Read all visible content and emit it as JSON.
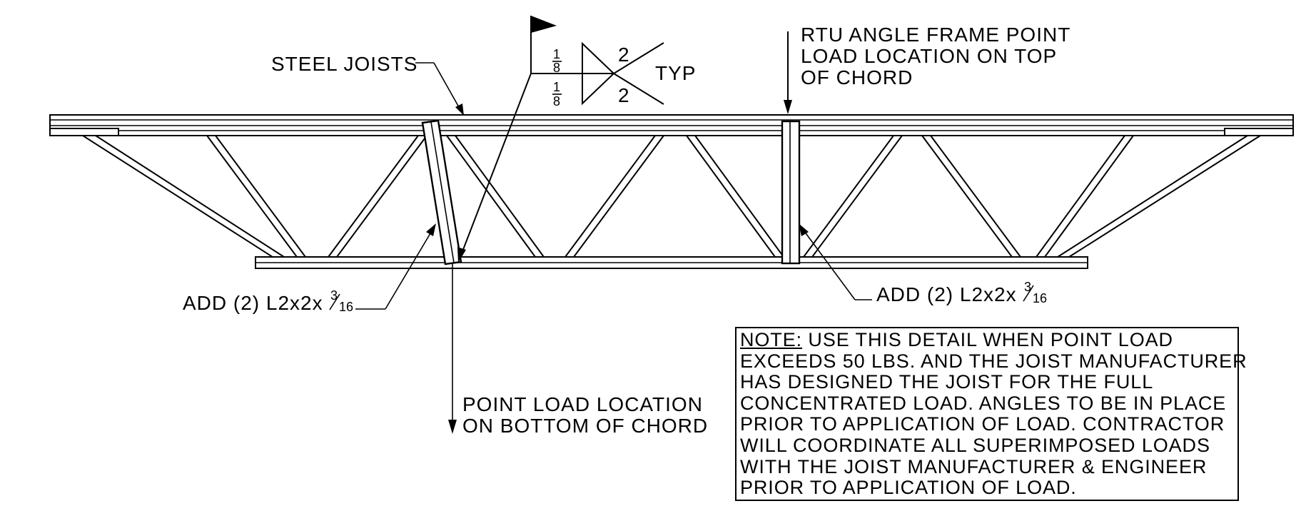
{
  "labels": {
    "steel_joists": "STEEL JOISTS",
    "weld_size_top_num": "1",
    "weld_size_top_den": "8",
    "weld_size_bottom_num": "1",
    "weld_size_bottom_den": "8",
    "weld_length_top": "2",
    "weld_length_bottom": "2",
    "weld_typ": "TYP",
    "rtu_line1": "RTU ANGLE FRAME POINT",
    "rtu_line2": "LOAD LOCATION ON TOP",
    "rtu_line3": "OF CHORD",
    "angle_left_prefix": "ADD (2) L2x2x",
    "angle_left_frac_num": "3",
    "angle_left_frac_den": "16",
    "angle_right_prefix": "ADD (2) L2x2x",
    "angle_right_frac_num": "3",
    "angle_right_frac_den": "16",
    "bottom_load_line1": "POINT LOAD LOCATION",
    "bottom_load_line2": "ON BOTTOM OF CHORD"
  },
  "note": {
    "heading": "NOTE:",
    "line1_rest": " USE THIS DETAIL WHEN POINT LOAD",
    "line2": "EXCEEDS 50 LBS. AND THE JOIST MANUFACTURER",
    "line3": "HAS DESIGNED THE JOIST FOR THE FULL",
    "line4": "CONCENTRATED LOAD. ANGLES TO BE IN PLACE",
    "line5": "PRIOR TO APPLICATION OF LOAD.  CONTRACTOR",
    "line6": "WILL  COORDINATE ALL SUPERIMPOSED LOADS",
    "line7": "WITH  THE JOIST MANUFACTURER & ENGINEER",
    "line8": "PRIOR TO APPLICATION OF LOAD."
  }
}
